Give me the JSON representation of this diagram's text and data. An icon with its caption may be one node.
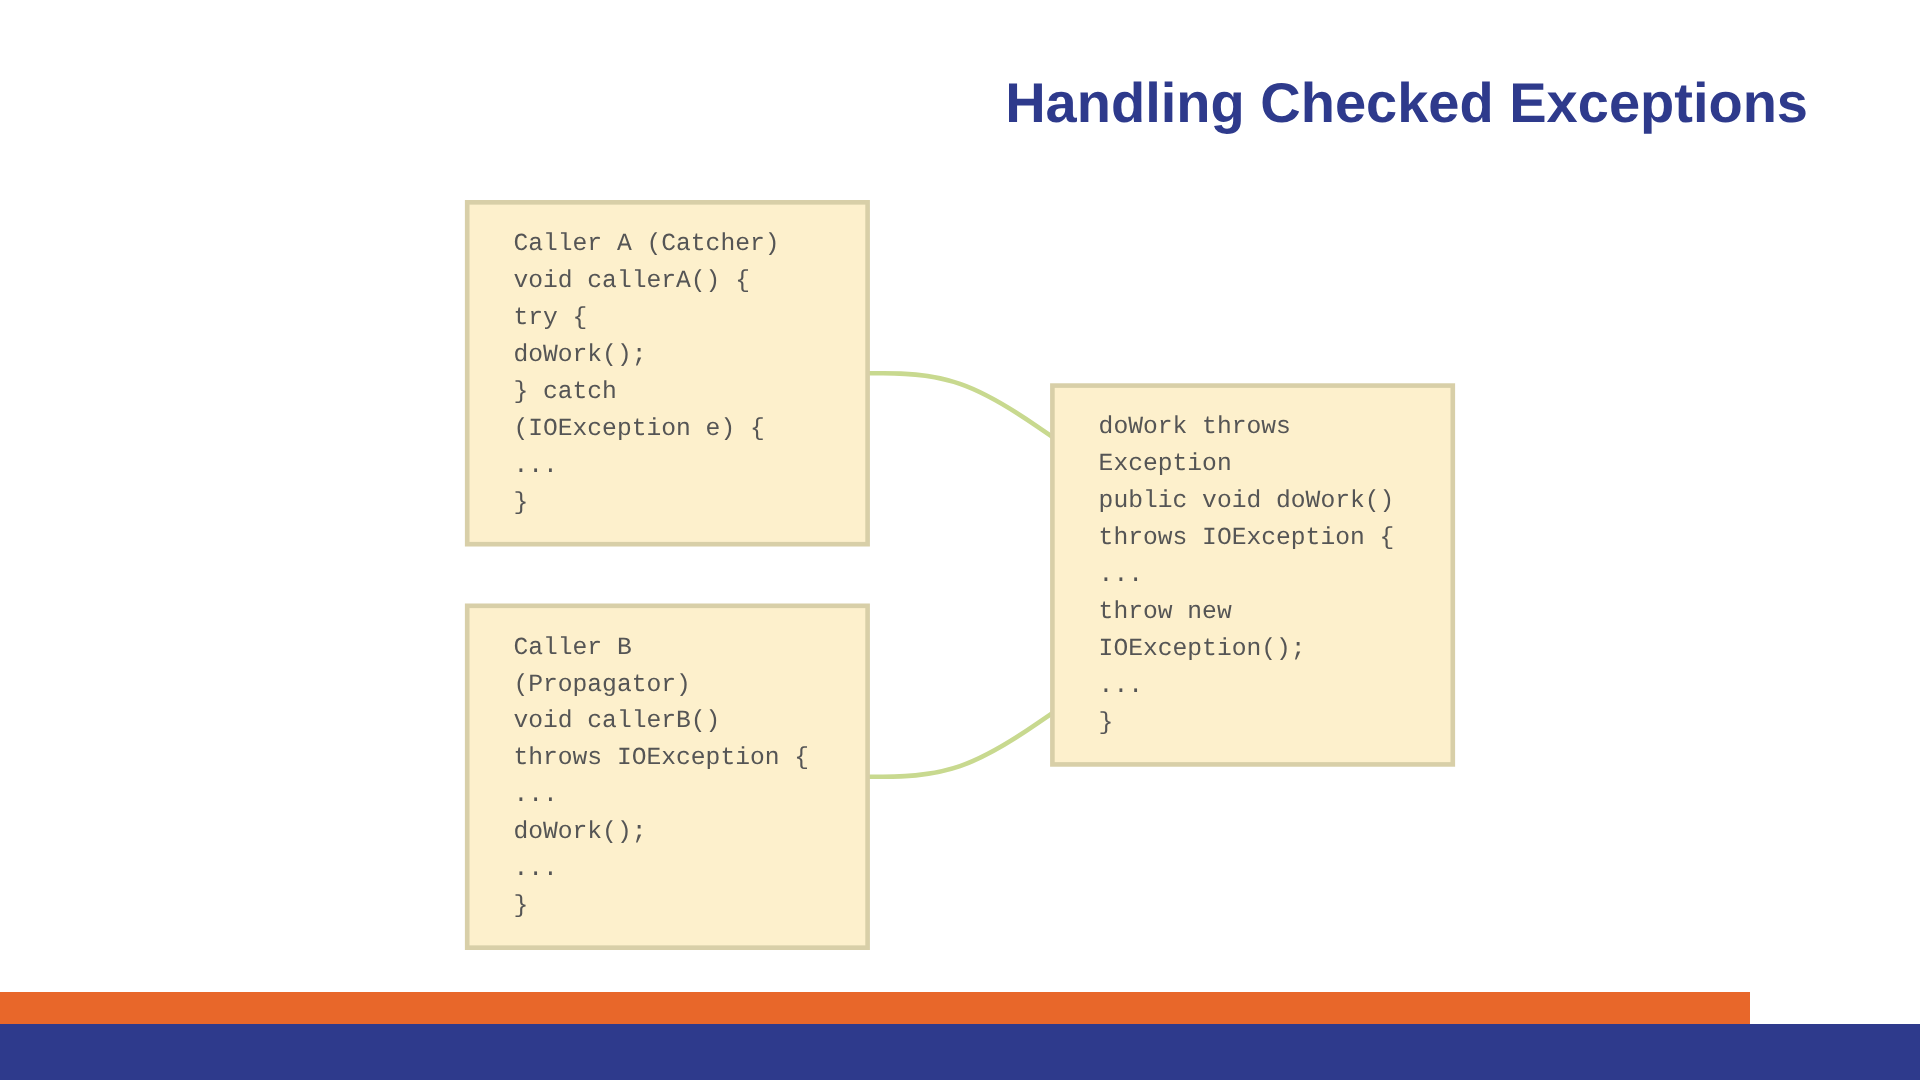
{
  "diagram": {
    "title": "Handling Checked Exceptions",
    "nodes": [
      {
        "text": [
          "Caller A (Catcher)",
          "void callerA() {",
          "try {",
          "doWork();",
          "} catch (IOException e) {",
          "...",
          "}"
        ]
      },
      {
        "text": [
          "Caller B (Propagator)",
          "void callerB()",
          "throws IOException {",
          "...",
          "doWork();",
          "...",
          "}"
        ]
      },
      {
        "text": [
          "doWork throws Exception",
          "public void doWork()",
          "throws IOException {",
          "...",
          "throw new IOException();",
          "...",
          "}"
        ]
      }
    ],
    "edges": [
      {
        "from": 0,
        "to": 2,
        "arrow": "none",
        "color": "#c8d98f"
      },
      {
        "from": 1,
        "to": 2,
        "arrow": "none",
        "color": "#c8d98f"
      }
    ]
  }
}
